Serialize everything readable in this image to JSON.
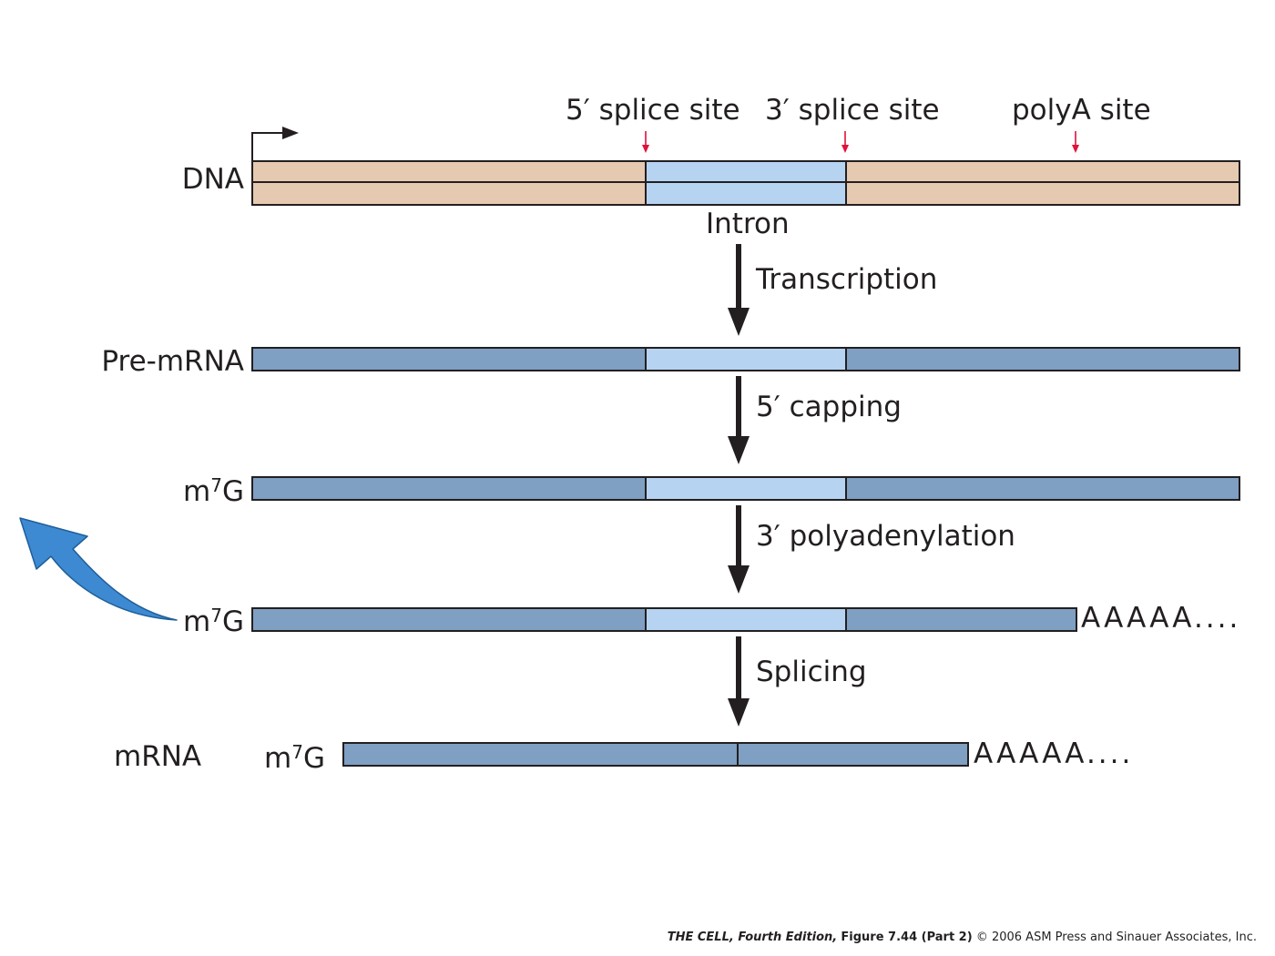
{
  "labels": {
    "splice5": "5′ splice site",
    "splice3": "3′ splice site",
    "polya": "polyA site",
    "dna": "DNA",
    "intron": "Intron",
    "pre_mrna": "Pre-mRNA",
    "m7g_prefix": "m",
    "m7g_sup": "7",
    "m7g_suffix": "G",
    "mrna": "mRNA",
    "polya_tail": "AAAAA...."
  },
  "steps": {
    "transcription": "Transcription",
    "capping": "5′ capping",
    "polyadenylation": "3′ polyadenylation",
    "splicing": "Splicing"
  },
  "credit": {
    "book": "THE CELL, Fourth Edition,",
    "figure": "Figure 7.44 (Part 2)",
    "copyright": "© 2006 ASM Press and Sinauer Associates, Inc."
  },
  "colors": {
    "exon_dna": "#e6c9b1",
    "intron_dna": "#b6d3f1",
    "exon_rna": "#7f9fc3",
    "intron_rna": "#b6d3f1",
    "site_marker": "#e0113a",
    "curved_arrow": "#3d8ad3",
    "outline": "#231f20"
  },
  "icons": {
    "promoter": "promoter-bent-arrow-icon",
    "site_marker": "red-down-arrow-icon",
    "step": "down-arrow-icon",
    "export": "curved-blue-arrow-icon"
  }
}
